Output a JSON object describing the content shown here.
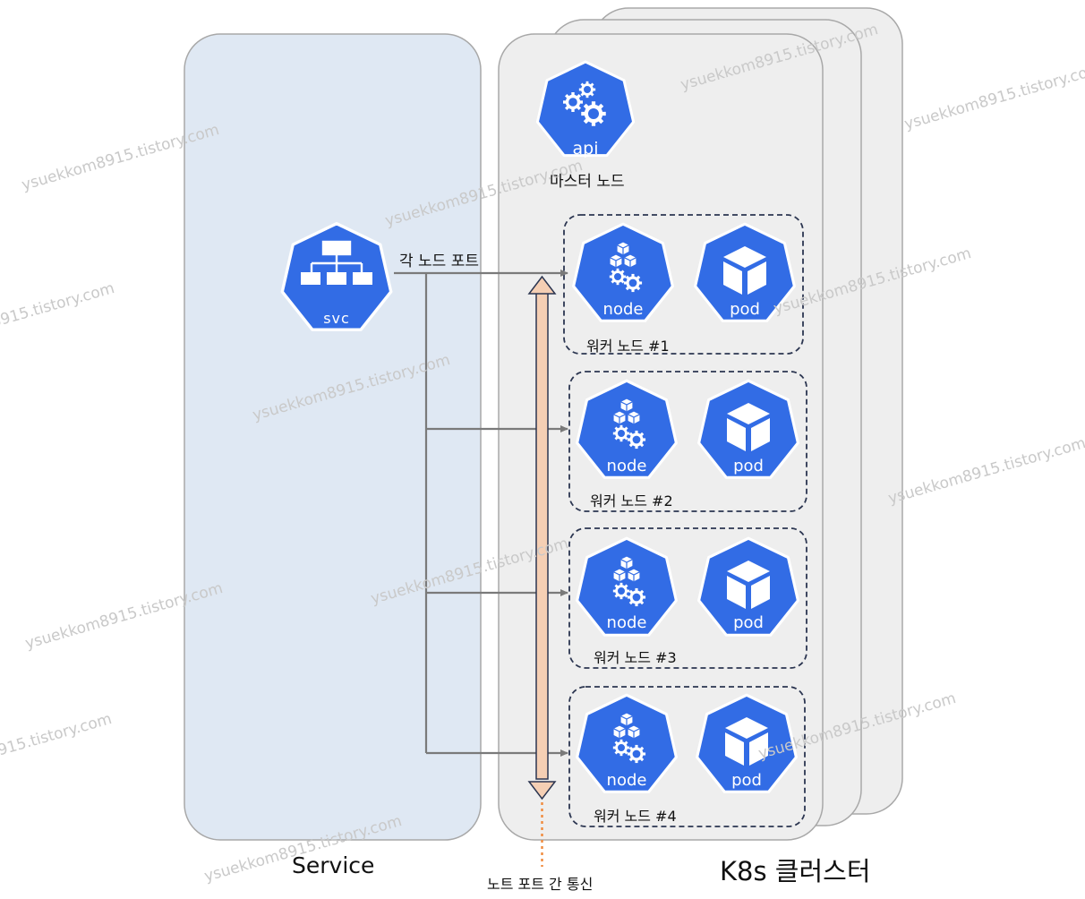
{
  "service_panel": {
    "label": "Service",
    "fill": "#dfe8f3"
  },
  "cluster_panel": {
    "label": "K8s 클러스터",
    "fill": "#eeeeee"
  },
  "master_node": {
    "icon": "api-gear-icon",
    "icon_text": "api",
    "label": "마스터 노드"
  },
  "svc": {
    "icon": "svc-network-icon",
    "icon_text": "svc",
    "edge_label": "각 노드 포트"
  },
  "workers": [
    {
      "node_text": "node",
      "pod_text": "pod",
      "label": "워커 노드 #1"
    },
    {
      "node_text": "node",
      "pod_text": "pod",
      "label": "워커 노드 #2"
    },
    {
      "node_text": "node",
      "pod_text": "pod",
      "label": "워커 노드 #3"
    },
    {
      "node_text": "node",
      "pod_text": "pod",
      "label": "워커 노드 #4"
    }
  ],
  "inter_node": {
    "label": "노트 포트 간 통신",
    "fill": "#f5cfb4"
  },
  "colors": {
    "k8s_blue": "#326ce5",
    "connector": "#7a7a7a",
    "dashed_border": "#2b3550"
  },
  "watermark": "ysuekkom8915.tistory.com"
}
